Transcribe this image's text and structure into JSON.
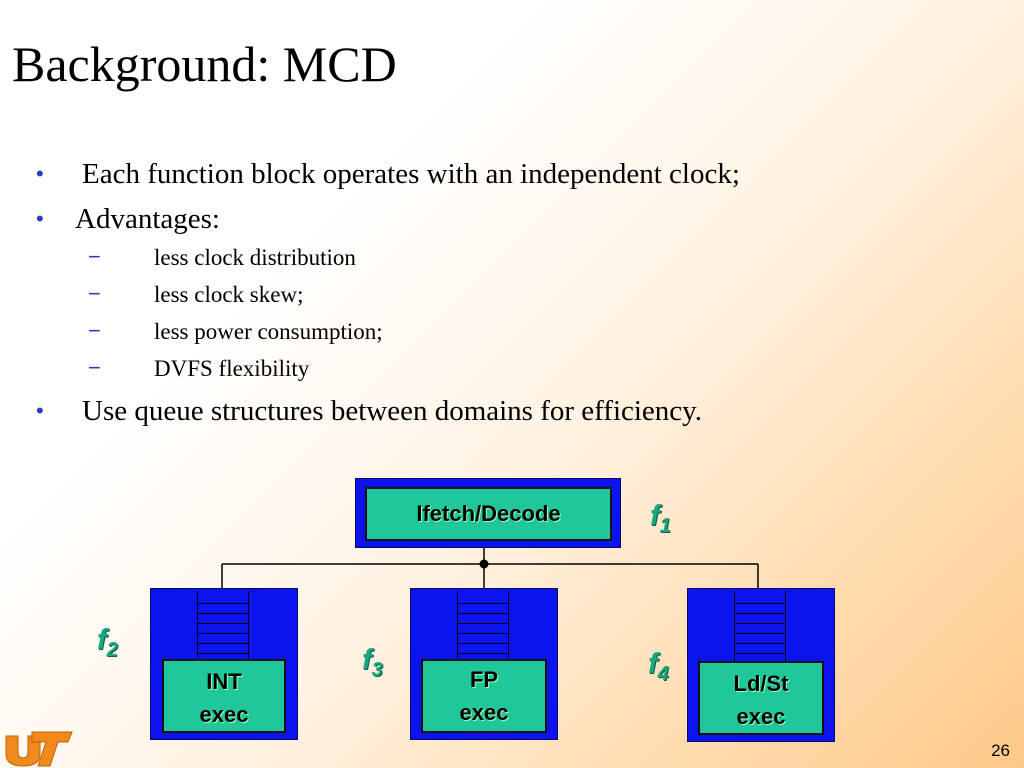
{
  "slide": {
    "title": "Background: MCD",
    "bullets": [
      {
        "text": "Each function block operates with an independent clock;"
      },
      {
        "text": "Advantages:",
        "sub": [
          "less clock distribution",
          "less clock skew;",
          "less power consumption;",
          "DVFS flexibility"
        ]
      },
      {
        "text": "Use queue structures between domains for efficiency."
      }
    ],
    "bullet_glyph": "•",
    "sub_glyph": "−",
    "page_number": "26"
  },
  "diagram": {
    "fetch_block": {
      "label": "Ifetch/Decode",
      "freq": "f",
      "freq_sub": "1"
    },
    "exec_blocks": [
      {
        "line1": "INT",
        "line2": "exec",
        "freq": "f",
        "freq_sub": "2"
      },
      {
        "line1": "FP",
        "line2": "exec",
        "freq": "f",
        "freq_sub": "3"
      },
      {
        "line1": "Ld/St",
        "line2": "exec",
        "freq": "f",
        "freq_sub": "4"
      }
    ],
    "colors": {
      "domain": "#0b14ee",
      "unit": "#1fc79a",
      "freq_label": "#1aa781",
      "bullet": "#2b3bbf"
    }
  }
}
